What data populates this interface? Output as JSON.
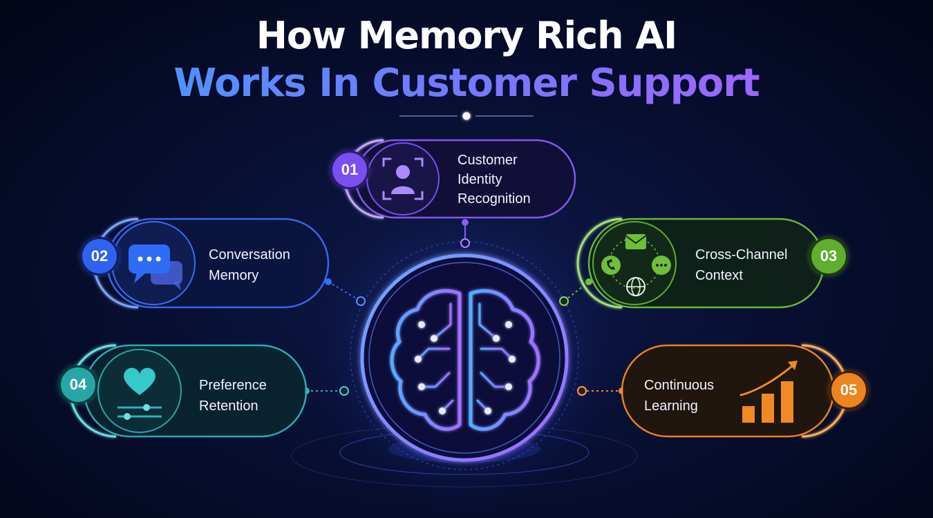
{
  "header": {
    "title_line1": "How Memory Rich AI",
    "title_line2": "Works In Customer Support"
  },
  "steps": [
    {
      "number": "01",
      "label_lines": [
        "Customer",
        "Identity",
        "Recognition"
      ],
      "color": "#8b5cf6",
      "icon": "user-scan-icon"
    },
    {
      "number": "02",
      "label_lines": [
        "Conversation",
        "Memory"
      ],
      "color": "#3b6cf5",
      "icon": "chat-bubbles-icon"
    },
    {
      "number": "03",
      "label_lines": [
        "Cross-Channel",
        "Context"
      ],
      "color": "#6fbf3a",
      "icon": "omnichannel-icon"
    },
    {
      "number": "04",
      "label_lines": [
        "Preference",
        "Retention"
      ],
      "color": "#2cb5b5",
      "icon": "heart-sliders-icon"
    },
    {
      "number": "05",
      "label_lines": [
        "Continuous",
        "Learning"
      ],
      "color": "#f08a24",
      "icon": "growth-chart-icon"
    }
  ],
  "center": {
    "icon": "brain-circuit-icon",
    "color": "#4f7dff"
  }
}
